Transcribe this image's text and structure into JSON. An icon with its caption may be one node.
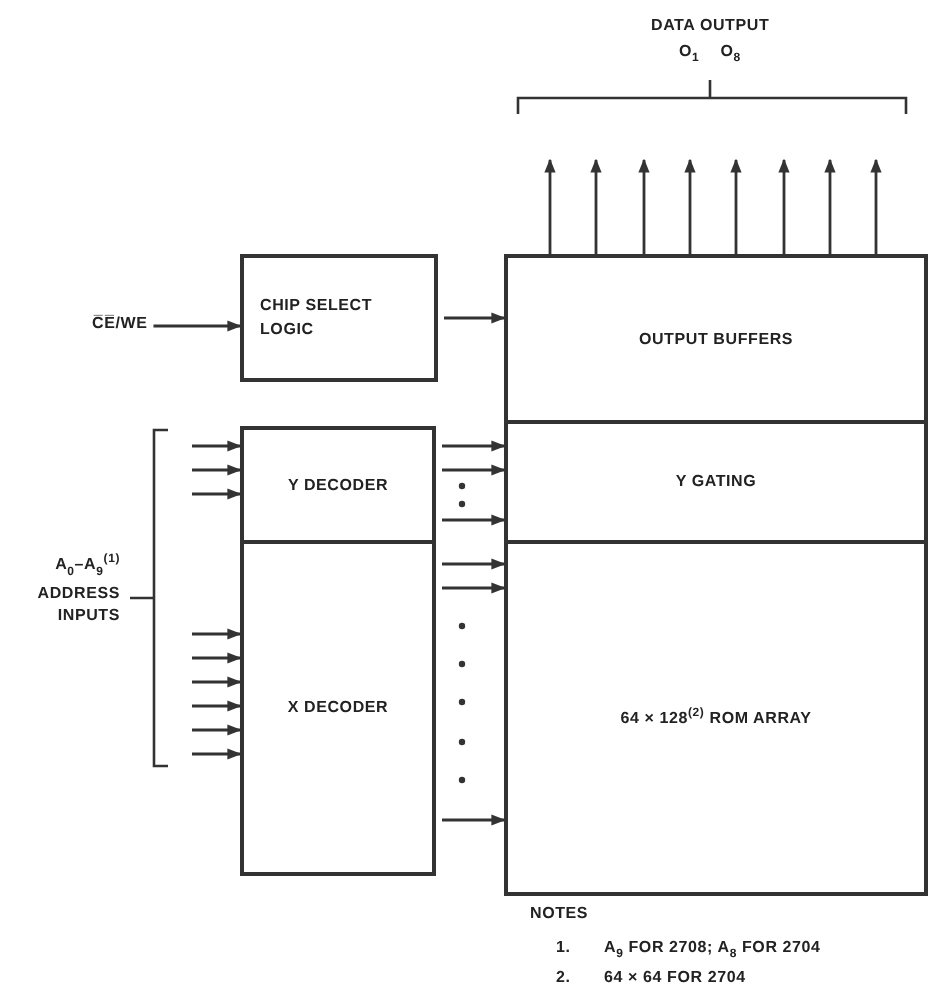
{
  "diagram": {
    "nodes": [
      {
        "text": [
          "C̅E̅/WE"
        ]
      },
      {
        "text": [
          "CHIP SELECT LOGIC"
        ]
      },
      {
        "text": [
          "Y DECODER"
        ]
      },
      {
        "text": [
          "X DECODER"
        ]
      },
      {
        "text": [
          "OUTPUT BUFFERS"
        ]
      },
      {
        "text": [
          "Y GATING"
        ]
      },
      {
        "text": [
          "64 × 128$^{(2)}$ ROM ARRAY"
        ]
      }
    ],
    "edges": [
      {
        "from": 0,
        "to": 1,
        "arrow": "to"
      },
      {
        "from": 1,
        "to": 4,
        "arrow": "to"
      },
      {
        "from": 2,
        "to": 5,
        "arrow": "to"
      },
      {
        "from": 2,
        "to": 5,
        "arrow": "to"
      },
      {
        "from": 2,
        "to": 5,
        "arrow": "to"
      },
      {
        "from": 3,
        "to": 6,
        "arrow": "to"
      },
      {
        "from": 3,
        "to": 6,
        "arrow": "to"
      },
      {
        "from": 3,
        "to": 6,
        "arrow": "to"
      },
      {
        "from": 4,
        "to": null,
        "arrow": "to"
      },
      {
        "from": 4,
        "to": null,
        "arrow": "to"
      },
      {
        "from": 4,
        "to": null,
        "arrow": "to"
      },
      {
        "from": 4,
        "to": null,
        "arrow": "to"
      },
      {
        "from": 4,
        "to": null,
        "arrow": "to"
      },
      {
        "from": 4,
        "to": null,
        "arrow": "to"
      },
      {
        "from": 4,
        "to": null,
        "arrow": "to"
      },
      {
        "from": 4,
        "to": null,
        "arrow": "to"
      },
      {
        "from": null,
        "to": 2,
        "arrow": "to"
      },
      {
        "from": null,
        "to": 2,
        "arrow": "to"
      },
      {
        "from": null,
        "to": 2,
        "arrow": "to"
      },
      {
        "from": null,
        "to": 3,
        "arrow": "to"
      },
      {
        "from": null,
        "to": 3,
        "arrow": "to"
      },
      {
        "from": null,
        "to": 3,
        "arrow": "to"
      },
      {
        "from": null,
        "to": 3,
        "arrow": "to"
      },
      {
        "from": null,
        "to": 3,
        "arrow": "to"
      },
      {
        "from": null,
        "to": 3,
        "arrow": "to"
      }
    ],
    "labels": [
      "DATA OUTPUT",
      "O$_{1}$ O$_{8}$",
      "A$_{0}$–A$_{9}$$^{(1)}$ ADDRESS INPUTS",
      "NOTES",
      "1.",
      "A$_{9}$ FOR 2708; A$_{8}$ FOR 2704",
      "2.",
      "64 × 64 FOR 2704"
    ]
  }
}
